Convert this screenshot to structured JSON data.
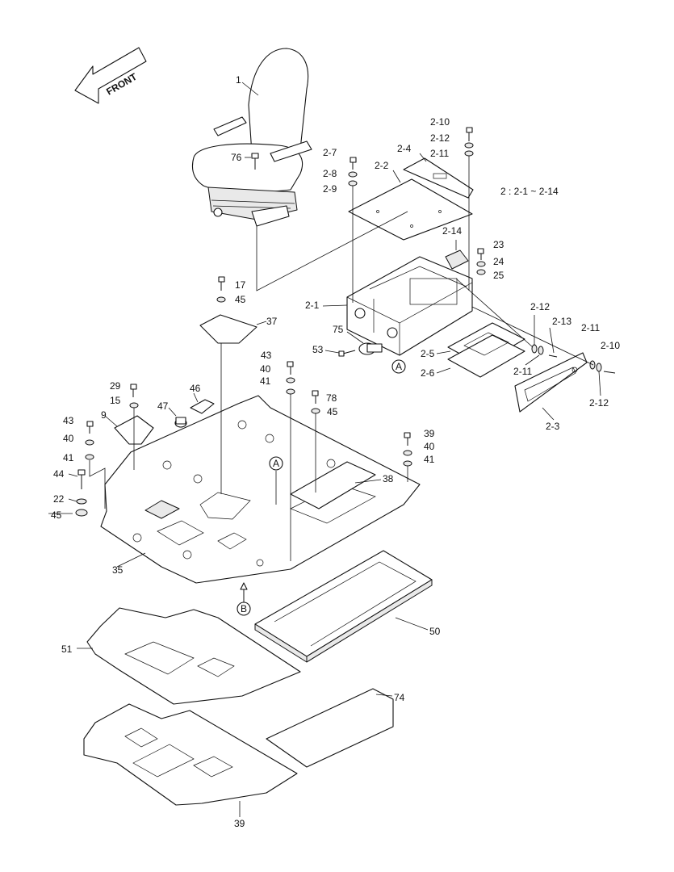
{
  "front_label": "FRONT",
  "group_note": "2 : 2-1 ~ 2-14",
  "ref_markers": {
    "a1": "A",
    "a2": "A",
    "b": "B"
  },
  "callouts": [
    "1",
    "76",
    "2-7",
    "2-8",
    "2-9",
    "2-4",
    "2-2",
    "2-10",
    "2-12",
    "2-11",
    "2-14",
    "23",
    "24",
    "25",
    "2-1",
    "75",
    "53",
    "2-5",
    "2-6",
    "2-12",
    "2-13",
    "2-11",
    "2-11",
    "2-10",
    "2-12",
    "2-3",
    "17",
    "45",
    "37",
    "43",
    "40",
    "41",
    "78",
    "45",
    "29",
    "15",
    "47",
    "46",
    "9",
    "43",
    "40",
    "41",
    "44",
    "22",
    "45",
    "39",
    "40",
    "41",
    "38",
    "35",
    "50",
    "51",
    "74",
    "39"
  ]
}
